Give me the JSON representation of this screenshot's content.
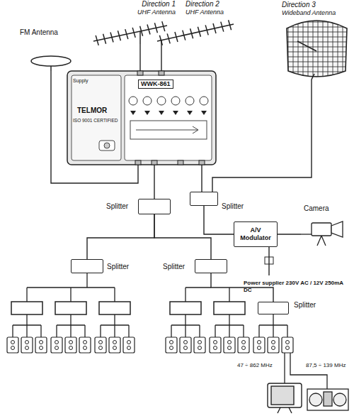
{
  "diagram": {
    "nodes": [
      {
        "text": [
          "FM Antenna"
        ]
      },
      {
        "text": [
          "Direction 1",
          "UHF Antenna"
        ]
      },
      {
        "text": [
          "Direction 2",
          "UHF Antenna"
        ]
      },
      {
        "text": [
          "Direction 3",
          "Wideband Antenna"
        ]
      },
      {
        "text": [
          "WWK-861",
          "Supply",
          "TELMOR",
          "ISO 9001 CERTIFIED"
        ]
      },
      {
        "text": [
          "Splitter"
        ]
      },
      {
        "text": [
          "Splitter"
        ]
      },
      {
        "text": [
          "A/V Modulator"
        ]
      },
      {
        "text": [
          "Camera"
        ]
      },
      {
        "text": [
          "Power supplier 230V AC / 12V 250mA DC"
        ]
      },
      {
        "text": [
          "Splitter"
        ]
      },
      {
        "text": [
          "Splitter"
        ]
      },
      {
        "text": [
          "Splitter"
        ]
      },
      {
        "text": [
          "47 ÷ 862 MHz"
        ]
      },
      {
        "text": [
          "87,5 ÷ 139 MHz"
        ]
      }
    ],
    "edges": [
      {
        "from": 0,
        "to": 4,
        "arrow": "none"
      },
      {
        "from": 1,
        "to": 4,
        "arrow": "none"
      },
      {
        "from": 2,
        "to": 4,
        "arrow": "none"
      },
      {
        "from": 3,
        "to": 6,
        "arrow": "none"
      },
      {
        "from": 4,
        "to": 5,
        "arrow": "none"
      },
      {
        "from": 4,
        "to": 6,
        "arrow": "none"
      },
      {
        "from": 6,
        "to": 7,
        "arrow": "none"
      },
      {
        "from": 5,
        "to": 10,
        "arrow": "none"
      },
      {
        "from": 5,
        "to": 11,
        "arrow": "none"
      },
      {
        "from": 8,
        "to": 7,
        "arrow": "none"
      },
      {
        "from": 9,
        "to": 7,
        "arrow": "none"
      },
      {
        "from": 11,
        "to": 12,
        "arrow": "none"
      }
    ]
  }
}
